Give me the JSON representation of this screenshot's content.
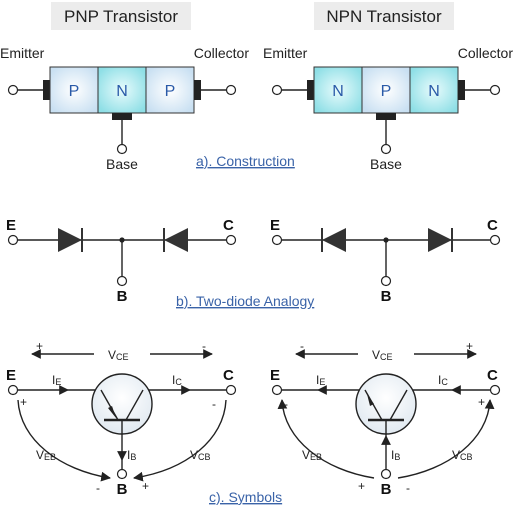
{
  "pnp": {
    "title": "PNP Transistor",
    "emitter": "Emitter",
    "collector": "Collector",
    "base": "Base",
    "layers": [
      "P",
      "N",
      "P"
    ]
  },
  "npn": {
    "title": "NPN Transistor",
    "emitter": "Emitter",
    "collector": "Collector",
    "base": "Base",
    "layers": [
      "N",
      "P",
      "N"
    ]
  },
  "captions": {
    "construction": "a).  Construction",
    "analogy": "b).  Two-diode Analogy",
    "symbols": "c).  Symbols"
  },
  "terminals": {
    "e": "E",
    "c": "C",
    "b": "B"
  },
  "symbols": {
    "vce_main": "V",
    "vce_sub": "CE",
    "veb_main": "V",
    "veb_sub": "EB",
    "vcb_main": "V",
    "vcb_sub": "CB",
    "ie_main": "I",
    "ie_sub": "E",
    "ic_main": "I",
    "ic_sub": "C",
    "ib_main": "I",
    "ib_sub": "B",
    "plus": "+",
    "minus": "-"
  },
  "colors": {
    "p_region": "#d6e8f5",
    "n_region": "#b9ecef",
    "caption": "#3a63a8",
    "title_bg": "#ececec"
  }
}
